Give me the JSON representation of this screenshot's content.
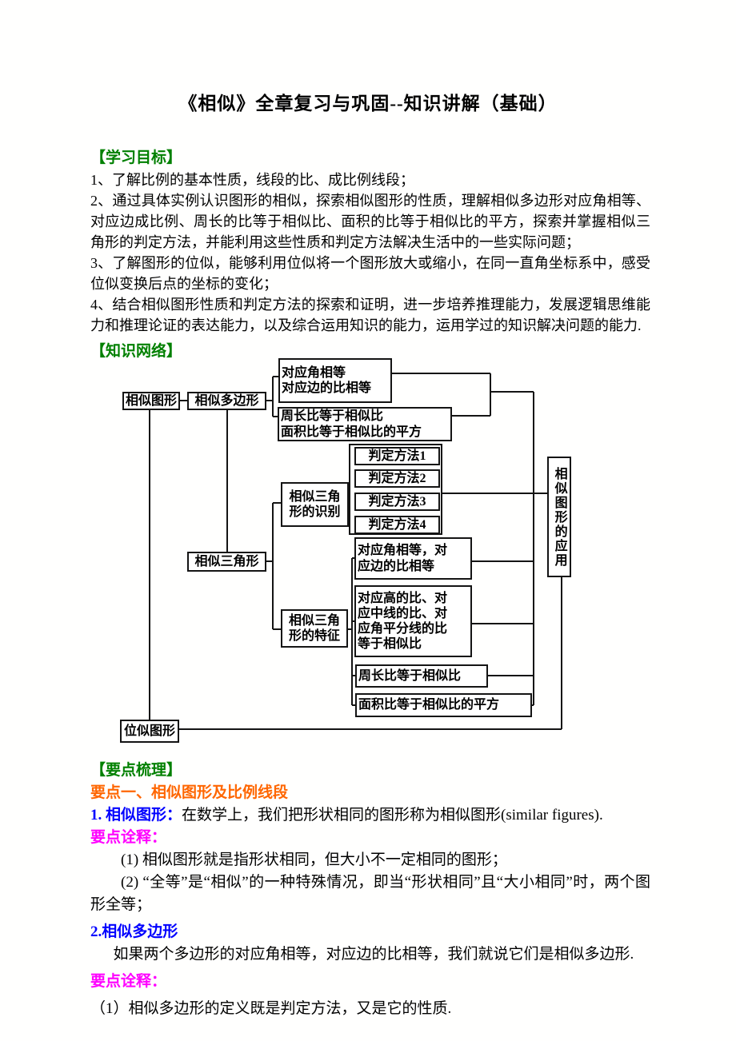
{
  "title": "《相似》全章复习与巩固--知识讲解（基础）",
  "goals": {
    "header": "【学习目标】",
    "items": [
      "1、了解比例的基本性质，线段的比、成比例线段；",
      "2、通过具体实例认识图形的相似，探索相似图形的性质，理解相似多边形对应角相等、对应边成比例、周长的比等于相似比、面积的比等于相似比的平方，探索并掌握相似三角形的判定方法，并能利用这些性质和判定方法解决生活中的一些实际问题；",
      "3、了解图形的位似，能够利用位似将一个图形放大或缩小，在同一直角坐标系中，感受位似变换后点的坐标的变化；",
      "4、结合相似图形性质和判定方法的探索和证明，进一步培养推理能力，发展逻辑思维能力和推理论证的表达能力，以及综合运用知识的能力，运用学过的知识解决问题的能力."
    ]
  },
  "network": {
    "header": "【知识网络】",
    "nodes": [
      {
        "id": "similar-figures",
        "label": "相似图形"
      },
      {
        "id": "similar-polygons",
        "label": "相似多边形"
      },
      {
        "id": "polygon-properties",
        "label": "对应角相等\n对应边的比相等"
      },
      {
        "id": "polygon-ratio-properties",
        "label": "周长比等于相似比\n面积比等于相似比的平方"
      },
      {
        "id": "criterion-1",
        "label": "判定方法1"
      },
      {
        "id": "criterion-2",
        "label": "判定方法2"
      },
      {
        "id": "criterion-3",
        "label": "判定方法3"
      },
      {
        "id": "criterion-4",
        "label": "判定方法4"
      },
      {
        "id": "triangle-identification",
        "label": "相似三角\n形的识别"
      },
      {
        "id": "similar-triangles",
        "label": "相似三角形"
      },
      {
        "id": "triangle-angle-side",
        "label": "对应角相等，对\n应边的比相等"
      },
      {
        "id": "triangle-characteristics",
        "label": "相似三角\n形的特征"
      },
      {
        "id": "triangle-segment-ratios",
        "label": "对应高的比、对\n应中线的比、对\n应角平分线的比\n等于相似比"
      },
      {
        "id": "triangle-perimeter-ratio",
        "label": "周长比等于相似比"
      },
      {
        "id": "triangle-area-ratio",
        "label": "面积比等于相似比的平方"
      },
      {
        "id": "homothetic-figures",
        "label": "位似图形"
      },
      {
        "id": "applications",
        "label": "相似图形的应用"
      }
    ]
  },
  "keypoints": {
    "header": "【要点梳理】",
    "topic_title": "要点一、相似图形及比例线段",
    "point1_label": "1. 相似图形：",
    "point1_text": "在数学上，我们把形状相同的图形称为相似图形(similar figures).",
    "note1_label": "要点诠释：",
    "note1_items": [
      "(1) 相似图形就是指形状相同，但大小不一定相同的图形；",
      "(2) “全等”是“相似”的一种特殊情况，即当“形状相同”且“大小相同”时，两个图形全等；"
    ],
    "point2_label": "2.相似多边形",
    "point2_text": "如果两个多边形的对应角相等，对应边的比相等，我们就说它们是相似多边形.",
    "note2_label": "要点诠释：",
    "note2_items": [
      "（1）相似多边形的定义既是判定方法，又是它的性质."
    ]
  },
  "colors": {
    "section_header_green": "#008000",
    "topic_orange": "#ff6600",
    "point_blue": "#0000ff",
    "note_magenta": "#ff00ff",
    "diagram_line": "#141414"
  }
}
